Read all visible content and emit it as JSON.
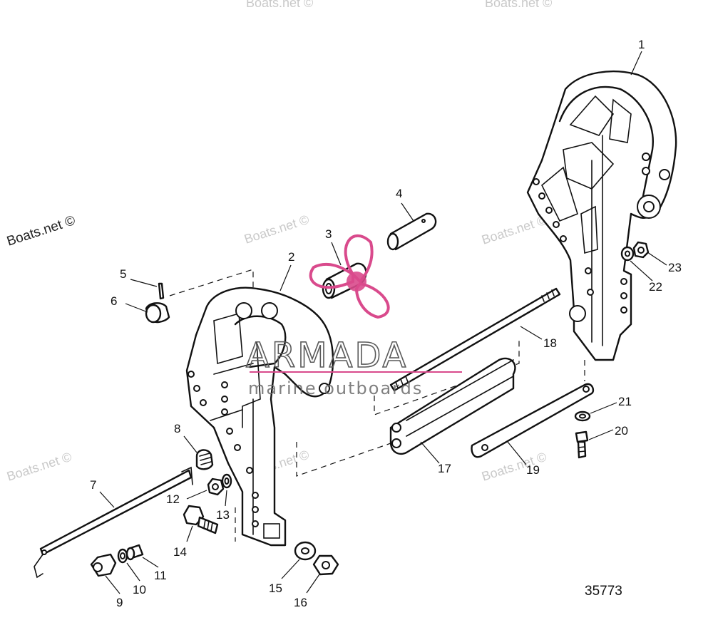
{
  "watermark_text": "Boats.net ©",
  "copyright_text": "Boats.net ©",
  "brand": {
    "name": "ARMADA",
    "tagline": "marine outboards",
    "accent": "#d94a8c"
  },
  "figure_number": "35773",
  "callouts": [
    "1",
    "2",
    "3",
    "4",
    "5",
    "6",
    "7",
    "8",
    "9",
    "10",
    "11",
    "12",
    "13",
    "14",
    "15",
    "16",
    "17",
    "18",
    "19",
    "20",
    "21",
    "22",
    "23"
  ]
}
